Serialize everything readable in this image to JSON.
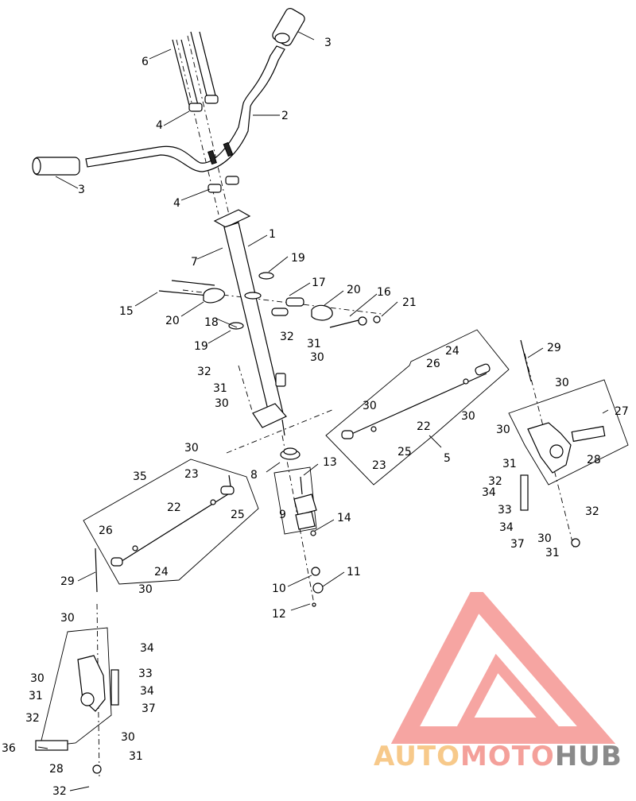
{
  "callouts": [
    "1",
    "2",
    "3",
    "3",
    "4",
    "4",
    "5",
    "6",
    "7",
    "8",
    "9",
    "10",
    "11",
    "12",
    "13",
    "14",
    "15",
    "16",
    "17",
    "18",
    "19",
    "19",
    "20",
    "20",
    "21",
    "22",
    "22",
    "23",
    "23",
    "24",
    "24",
    "25",
    "25",
    "26",
    "26",
    "27",
    "28",
    "28",
    "29",
    "29",
    "30",
    "30",
    "30",
    "30",
    "30",
    "30",
    "30",
    "30",
    "30",
    "31",
    "31",
    "31",
    "31",
    "31",
    "32",
    "32",
    "32",
    "32",
    "32",
    "33",
    "33",
    "34",
    "34",
    "34",
    "34",
    "35",
    "36",
    "37",
    "37"
  ],
  "logo": {
    "brand_auto": "AUTO",
    "brand_moto": "MOTO",
    "brand_hub": "HUB",
    "color_triangle": "#f6a5a2",
    "color_auto": "#f7c98a",
    "color_moto": "#f4a09a",
    "color_hub": "#8a8a8a"
  }
}
